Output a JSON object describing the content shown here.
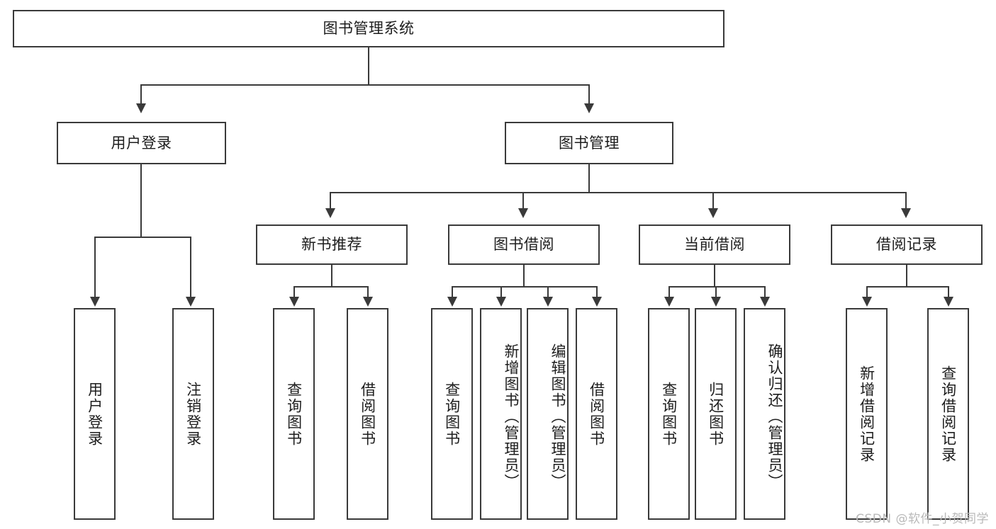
{
  "diagram": {
    "title": "图书管理系统",
    "watermark": "CSDN @软件_小贺同学",
    "line_color": "#3a3a3a",
    "background_color": "#ffffff",
    "text_color": "#1d1d1d",
    "root": {
      "label": "图书管理系统"
    },
    "level2": [
      {
        "label": "用户登录"
      },
      {
        "label": "图书管理"
      }
    ],
    "level3": [
      {
        "label": "新书推荐"
      },
      {
        "label": "图书借阅"
      },
      {
        "label": "当前借阅"
      },
      {
        "label": "借阅记录"
      }
    ],
    "leaves": {
      "user_login": [
        {
          "label": "用户登录"
        },
        {
          "label": "注销登录"
        }
      ],
      "new_book_recommend": [
        {
          "label": "查询图书"
        },
        {
          "label": "借阅图书"
        }
      ],
      "book_borrow": [
        {
          "label": "查询图书"
        },
        {
          "label": "新增图书（管理员）"
        },
        {
          "label": "编辑图书（管理员）"
        },
        {
          "label": "借阅图书"
        }
      ],
      "current_borrow": [
        {
          "label": "查询图书"
        },
        {
          "label": "归还图书"
        },
        {
          "label": "确认归还（管理员）"
        }
      ],
      "borrow_record": [
        {
          "label": "新增借阅记录"
        },
        {
          "label": "查询借阅记录"
        }
      ]
    }
  }
}
